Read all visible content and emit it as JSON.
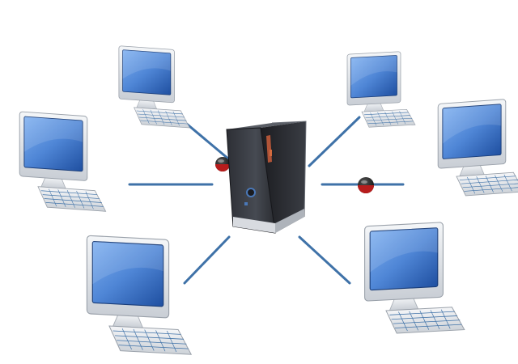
{
  "diagram": {
    "type": "star-network",
    "hub": {
      "kind": "server-tower"
    },
    "nodes": [
      {
        "kind": "workstation",
        "position": "top-left"
      },
      {
        "kind": "workstation",
        "position": "left"
      },
      {
        "kind": "workstation",
        "position": "bottom-left"
      },
      {
        "kind": "workstation",
        "position": "top-right"
      },
      {
        "kind": "workstation",
        "position": "right"
      },
      {
        "kind": "workstation",
        "position": "bottom-right"
      }
    ],
    "connections": 6,
    "connectors": 2
  },
  "colors": {
    "background": "#ffffff",
    "cable": "#3f72a8",
    "screen": "#4f86d6",
    "screen_dark": "#1f4fa0",
    "monitor_frame": "#e3e6ea",
    "keyboard": "#e9ecef",
    "server_body": "#2a2c31",
    "server_face": "#3a3d44",
    "connector_red": "#b71c1c",
    "connector_black": "#151515"
  }
}
